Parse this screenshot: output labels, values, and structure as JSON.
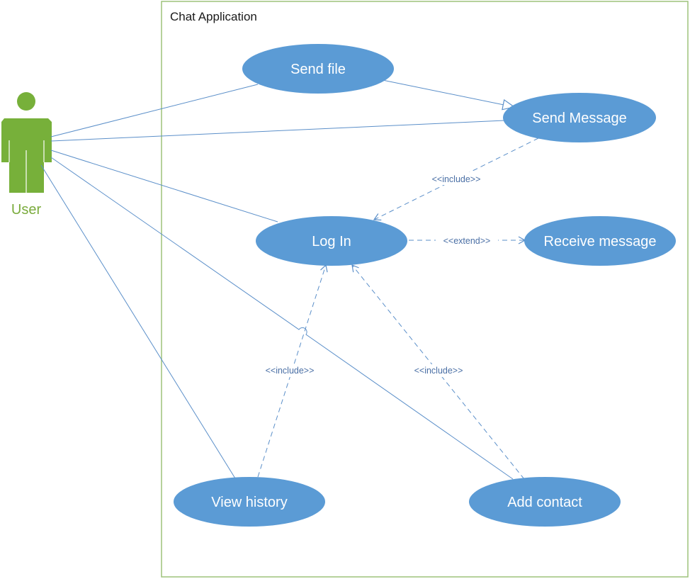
{
  "system": {
    "title": "Chat Application"
  },
  "actor": {
    "label": "User",
    "color": "#77b03a"
  },
  "use_cases": {
    "send_file": "Send file",
    "send_message": "Send Message",
    "log_in": "Log In",
    "receive_message": "Receive message",
    "view_history": "View history",
    "add_contact": "Add contact"
  },
  "relations": {
    "include_send_message": "<<include>>",
    "extend_receive": "<<extend>>",
    "include_view_history": "<<include>>",
    "include_add_contact": "<<include>>"
  },
  "colors": {
    "use_case_fill": "#5b9bd5",
    "line": "#5b8fc9",
    "boundary": "#9dc27a"
  }
}
